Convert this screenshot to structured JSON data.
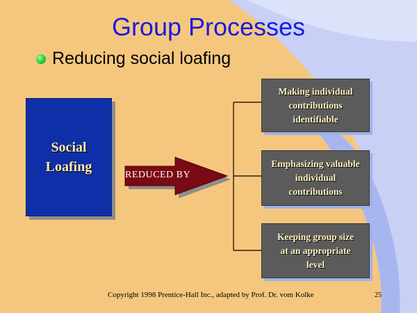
{
  "slide": {
    "title": "Group Processes",
    "bullet": "Reducing social loafing",
    "footer": "Copyright 1998 Prentice-Hall Inc., adapted by Prof. Dr. vom Kolke",
    "page_number": "25"
  },
  "diagram": {
    "source_box": "Social\nLoafing",
    "arrow_label": "REDUCED BY",
    "outcomes": [
      "Making individual\ncontributions\nidentifiable",
      "Emphasizing valuable\nindividual\ncontributions",
      "Keeping group size\nat an appropriate\nlevel"
    ]
  },
  "colors": {
    "background": "#F5C77E",
    "title": "#1A1AE0",
    "source_box": "#0F2FA8",
    "arrow": "#7A0A14",
    "outcome_box": "#5B5B5B"
  }
}
